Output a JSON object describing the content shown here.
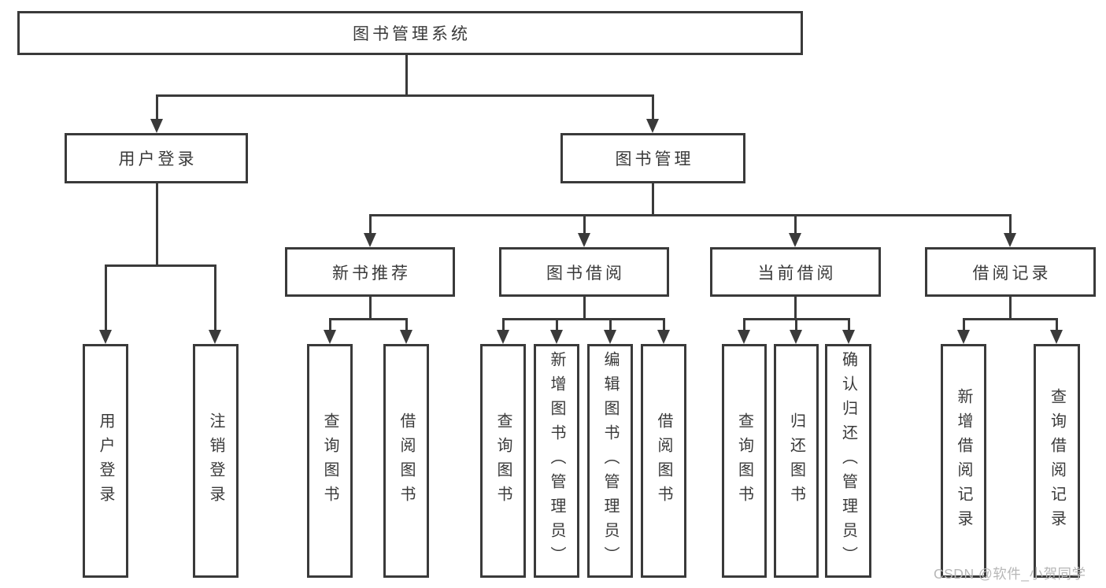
{
  "diagram": {
    "title": "图书管理系统",
    "tree": {
      "root": {
        "label": "图书管理系统",
        "children": [
          {
            "label": "用户登录",
            "children": [
              {
                "label": "用户登录"
              },
              {
                "label": "注销登录"
              }
            ]
          },
          {
            "label": "图书管理",
            "children": [
              {
                "label": "新书推荐",
                "children": [
                  {
                    "label": "查询图书"
                  },
                  {
                    "label": "借阅图书"
                  }
                ]
              },
              {
                "label": "图书借阅",
                "children": [
                  {
                    "label": "查询图书"
                  },
                  {
                    "label": "新增图书（管理员）"
                  },
                  {
                    "label": "编辑图书（管理员）"
                  },
                  {
                    "label": "借阅图书"
                  }
                ]
              },
              {
                "label": "当前借阅",
                "children": [
                  {
                    "label": "查询图书"
                  },
                  {
                    "label": "归还图书"
                  },
                  {
                    "label": "确认归还（管理员）"
                  }
                ]
              },
              {
                "label": "借阅记录",
                "children": [
                  {
                    "label": "新增借阅记录"
                  },
                  {
                    "label": "查询借阅记录"
                  }
                ]
              }
            ]
          }
        ]
      }
    }
  },
  "watermark": "CSDN @软件_小贺同学",
  "colors": {
    "line": "#3a3a3a",
    "text": "#3a3a3a",
    "box_fill": "#ffffff",
    "watermark": "#b7b7b7"
  }
}
